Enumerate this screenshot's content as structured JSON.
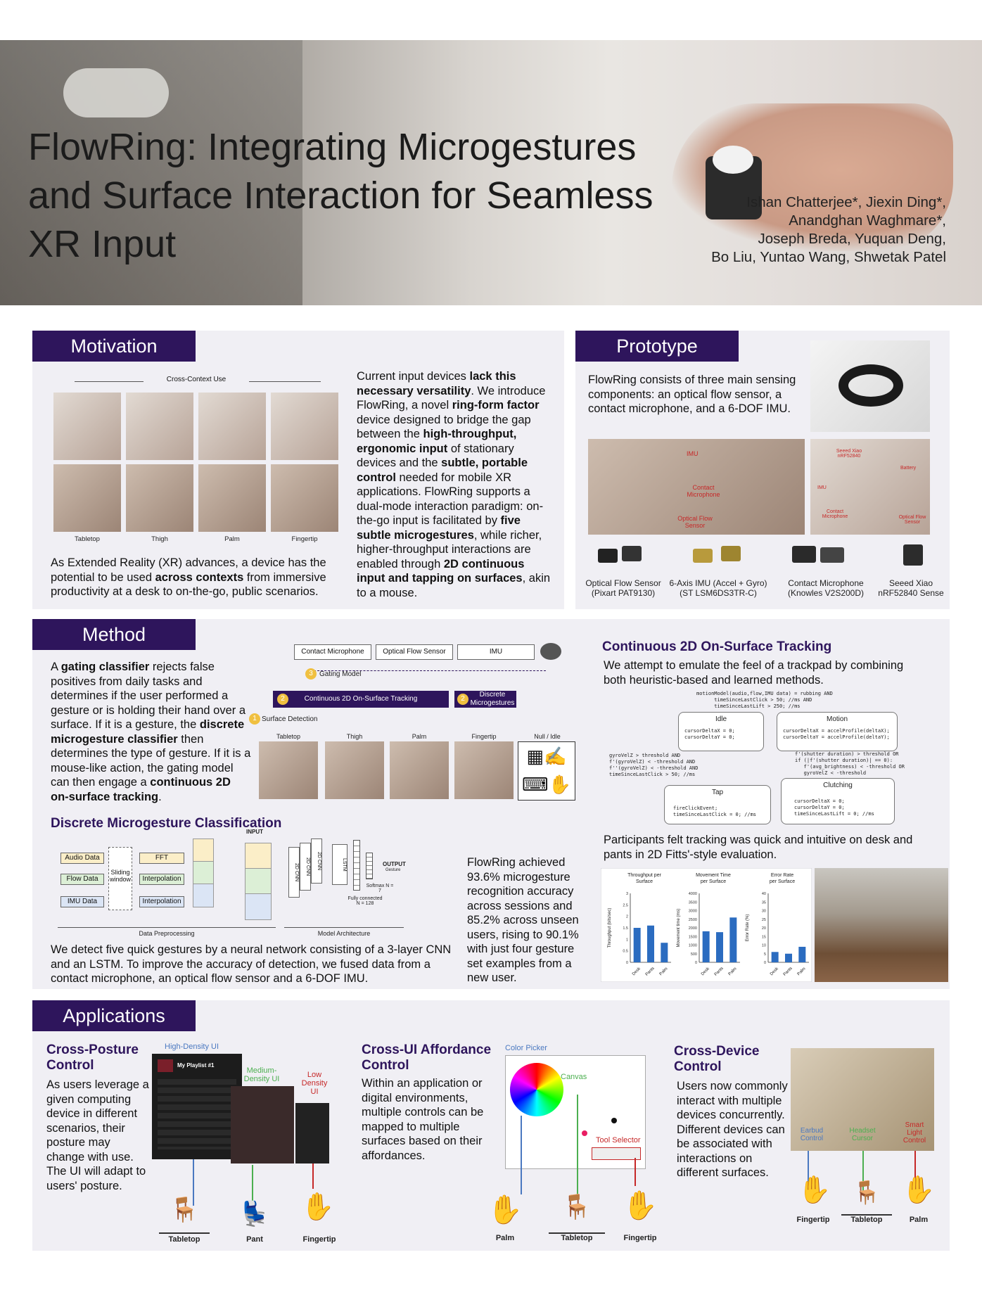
{
  "title": "FlowRing: Integrating Microgestures and Surface Interaction for Seamless XR Input",
  "authors": "Ishan Chatterjee*, Jiexin Ding*,\nAnandghan Waghmare*,\nJoseph Breda, Yuquan Deng,\nBo Liu, Yuntao Wang, Shwetak Patel",
  "motivation": {
    "heading": "Motivation",
    "figure_caption": "Cross-Context Use",
    "contexts": [
      "Tabletop",
      "Thigh",
      "Palm",
      "Fingertip"
    ],
    "p1": "As Extended Reality (XR) advances, a device has the potential to be used across contexts from immersive productivity at a desk to on-the-go, public scenarios.",
    "p2": "Current input devices lack this necessary versatility. We introduce FlowRing, a novel ring-form factor device designed to bridge the gap between the high-throughput, ergonomic input of stationary devices and the subtle, portable control needed for mobile XR applications. FlowRing supports a dual-mode interaction paradigm: on-the-go input is facilitated by five subtle microgestures, while richer, higher-throughput interactions are enabled through 2D continuous input and tapping on surfaces, akin to a mouse."
  },
  "prototype": {
    "heading": "Prototype",
    "text": "FlowRing consists of three main sensing components: an optical flow sensor, a contact microphone, and a 6-DOF IMU.",
    "photo_labels": [
      "IMU",
      "Contact Microphone",
      "Optical Flow Sensor"
    ],
    "board_labels": [
      "Seeed Xiao nRF52840",
      "Battery",
      "IMU",
      "Contact Microphone",
      "Optical Flow Sensor"
    ],
    "components": [
      {
        "name": "Optical Flow Sensor",
        "part": "(Pixart PAT9130)"
      },
      {
        "name": "6-Axis IMU (Accel + Gyro)",
        "part": "(ST LSM6DS3TR-C)"
      },
      {
        "name": "Contact Microphone",
        "part": "(Knowles V2S200D)"
      },
      {
        "name": "Seeed Xiao",
        "part": "nRF52840 Sense"
      }
    ]
  },
  "method": {
    "heading": "Method",
    "text": "A gating classifier rejects false positives from daily tasks and determines if the user performed a gesture or is holding their hand over a surface. If it is a gesture, the discrete microgesture classifier then determines the type of gesture. If it is a mouse-like action, the gating model can then engage a continuous 2D on-surface tracking.",
    "diagram": {
      "sensors": [
        "Contact Microphone",
        "Optical Flow Sensor",
        "IMU"
      ],
      "gating": "Gating Model",
      "tracking": "Continuous 2D On-Surface Tracking",
      "discrete": "Discrete Microgestures",
      "surface": "Surface Detection",
      "classes": [
        "Tabletop",
        "Thigh",
        "Palm",
        "Fingertip",
        "Null / Idle"
      ],
      "steps": [
        "1",
        "2",
        "2",
        "3"
      ]
    },
    "dmc_title": "Discrete Microgesture Classification",
    "pipeline": {
      "inputs": [
        "Audio Data",
        "Flow Data",
        "IMU Data"
      ],
      "window": "Sliding window",
      "ops": [
        "FFT",
        "Interpolation",
        "Interpolation"
      ],
      "input_label": "INPUT",
      "layers": [
        "2D CNN",
        "2D CNN",
        "2D CNN",
        "LSTM"
      ],
      "fc": "Fully connected N = 128",
      "softmax": "Softmax N = 7",
      "output": "OUTPUT",
      "output_sub": "Gesture",
      "preproc": "Data Preprocessing",
      "arch": "Model Architecture"
    },
    "dmc_text": "We detect five quick gestures by a neural network consisting of a 3-layer CNN and an LSTM. To improve the accuracy of detection, we fused data from a contact microphone, an optical flow sensor and a 6-DOF IMU.",
    "accuracy_text": "FlowRing achieved 93.6% microgesture recognition accuracy across sessions and 85.2% across unseen users, rising to 90.1% with just four gesture set examples from a new user.",
    "tracking_title": "Continuous 2D On-Surface Tracking",
    "tracking_text": "We attempt to emulate the feel of a trackpad by combining both heuristic-based and learned methods.",
    "fsm": {
      "header_code": "motionModel(audio,flow,IMU data) = rubbing AND\n      timeSinceLastClick > 50; //ms AND\n      timeSinceLastLift > 250; //ms",
      "idle": "Idle",
      "idle_code": "cursorDeltaX = 0;\ncursorDeltaY = 0;",
      "motion": "Motion",
      "motion_code": "cursorDeltaX = accelProfile(deltaX);\ncursorDeltaY = accelProfile(deltaY);",
      "tap": "Tap",
      "tap_code": "fireClickEvent;\ntimeSinceLastClick = 0; //ms",
      "clutch": "Clutching",
      "clutch_code": "cursorDeltaX = 0;\ncursorDeltaY = 0;\ntimeSinceLastLift = 0; //ms",
      "left_code": "gyroVelZ > threshold AND\nf'(gyroVelZ) < -threshold AND\nf''(gyroVelZ) < -threshold AND\ntimeSinceLastClick > 50; //ms",
      "right_code": "f'(shutter duration) > threshold OR\nif (|f'(shutter duration)| == 0):\n   f'(avg_brightness) < -threshold OR\n   gyroVelZ < -threshold"
    },
    "participants_text": "Participants felt tracking was quick and intuitive on desk and pants in 2D Fitts'-style evaluation."
  },
  "chart_data": [
    {
      "type": "bar",
      "title": "Throughput per Surface",
      "ylabel": "Throughput (bits/sec)",
      "categories": [
        "Desk",
        "Pants",
        "Palm"
      ],
      "values": [
        1.5,
        1.6,
        0.85
      ],
      "ylim": [
        0,
        3
      ],
      "yticks": [
        "0",
        "0.5",
        "1",
        "1.5",
        "2",
        "2.5",
        "3"
      ]
    },
    {
      "type": "bar",
      "title": "Movement Time per Surface",
      "ylabel": "Movement time (ms)",
      "categories": [
        "Desk",
        "Pants",
        "Palm"
      ],
      "values": [
        1800,
        1750,
        2600
      ],
      "ylim": [
        0,
        4000
      ],
      "yticks": [
        "0",
        "500",
        "1000",
        "1500",
        "2000",
        "2500",
        "3000",
        "3500",
        "4000"
      ]
    },
    {
      "type": "bar",
      "title": "Error Rate per Surface",
      "ylabel": "Error Rate (%)",
      "categories": [
        "Desk",
        "Pants",
        "Palm"
      ],
      "values": [
        6,
        5,
        9
      ],
      "ylim": [
        0,
        40
      ],
      "yticks": [
        "0",
        "5",
        "10",
        "15",
        "20",
        "25",
        "30",
        "35",
        "40"
      ]
    }
  ],
  "applications": {
    "heading": "Applications",
    "posture_title": "Cross-Posture Control",
    "posture_text": "As users leverage a given computing device in different scenarios, their posture may change with use. The UI will adapt to users' posture.",
    "posture_ui": [
      "High-Density UI",
      "Medium-Density UI",
      "Low Density UI"
    ],
    "playlist": "My Playlist #1",
    "posture_labels": [
      "Tabletop",
      "Pant",
      "Fingertip"
    ],
    "affordance_title": "Cross-UI Affordance Control",
    "affordance_text": "Within an application or digital environments, multiple controls can be mapped to multiple surfaces based on their affordances.",
    "affordance_ui": [
      "Color Picker",
      "Canvas",
      "Tool Selector"
    ],
    "affordance_labels": [
      "Palm",
      "Tabletop",
      "Fingertip"
    ],
    "device_title": "Cross-Device Control",
    "device_text": "Users now commonly interact with multiple devices concurrently. Different devices can be associated with interactions on different surfaces.",
    "device_ui": [
      "Earbud Control",
      "Headset Cursor",
      "Smart Light Control"
    ],
    "device_labels": [
      "Fingertip",
      "Tabletop",
      "Palm"
    ]
  },
  "colors": {
    "accent": "#2e155c",
    "panel": "#f0eff4",
    "bar": "#2b6cc0",
    "red": "#c62828",
    "green": "#4caf50",
    "blue": "#4a78c0"
  }
}
